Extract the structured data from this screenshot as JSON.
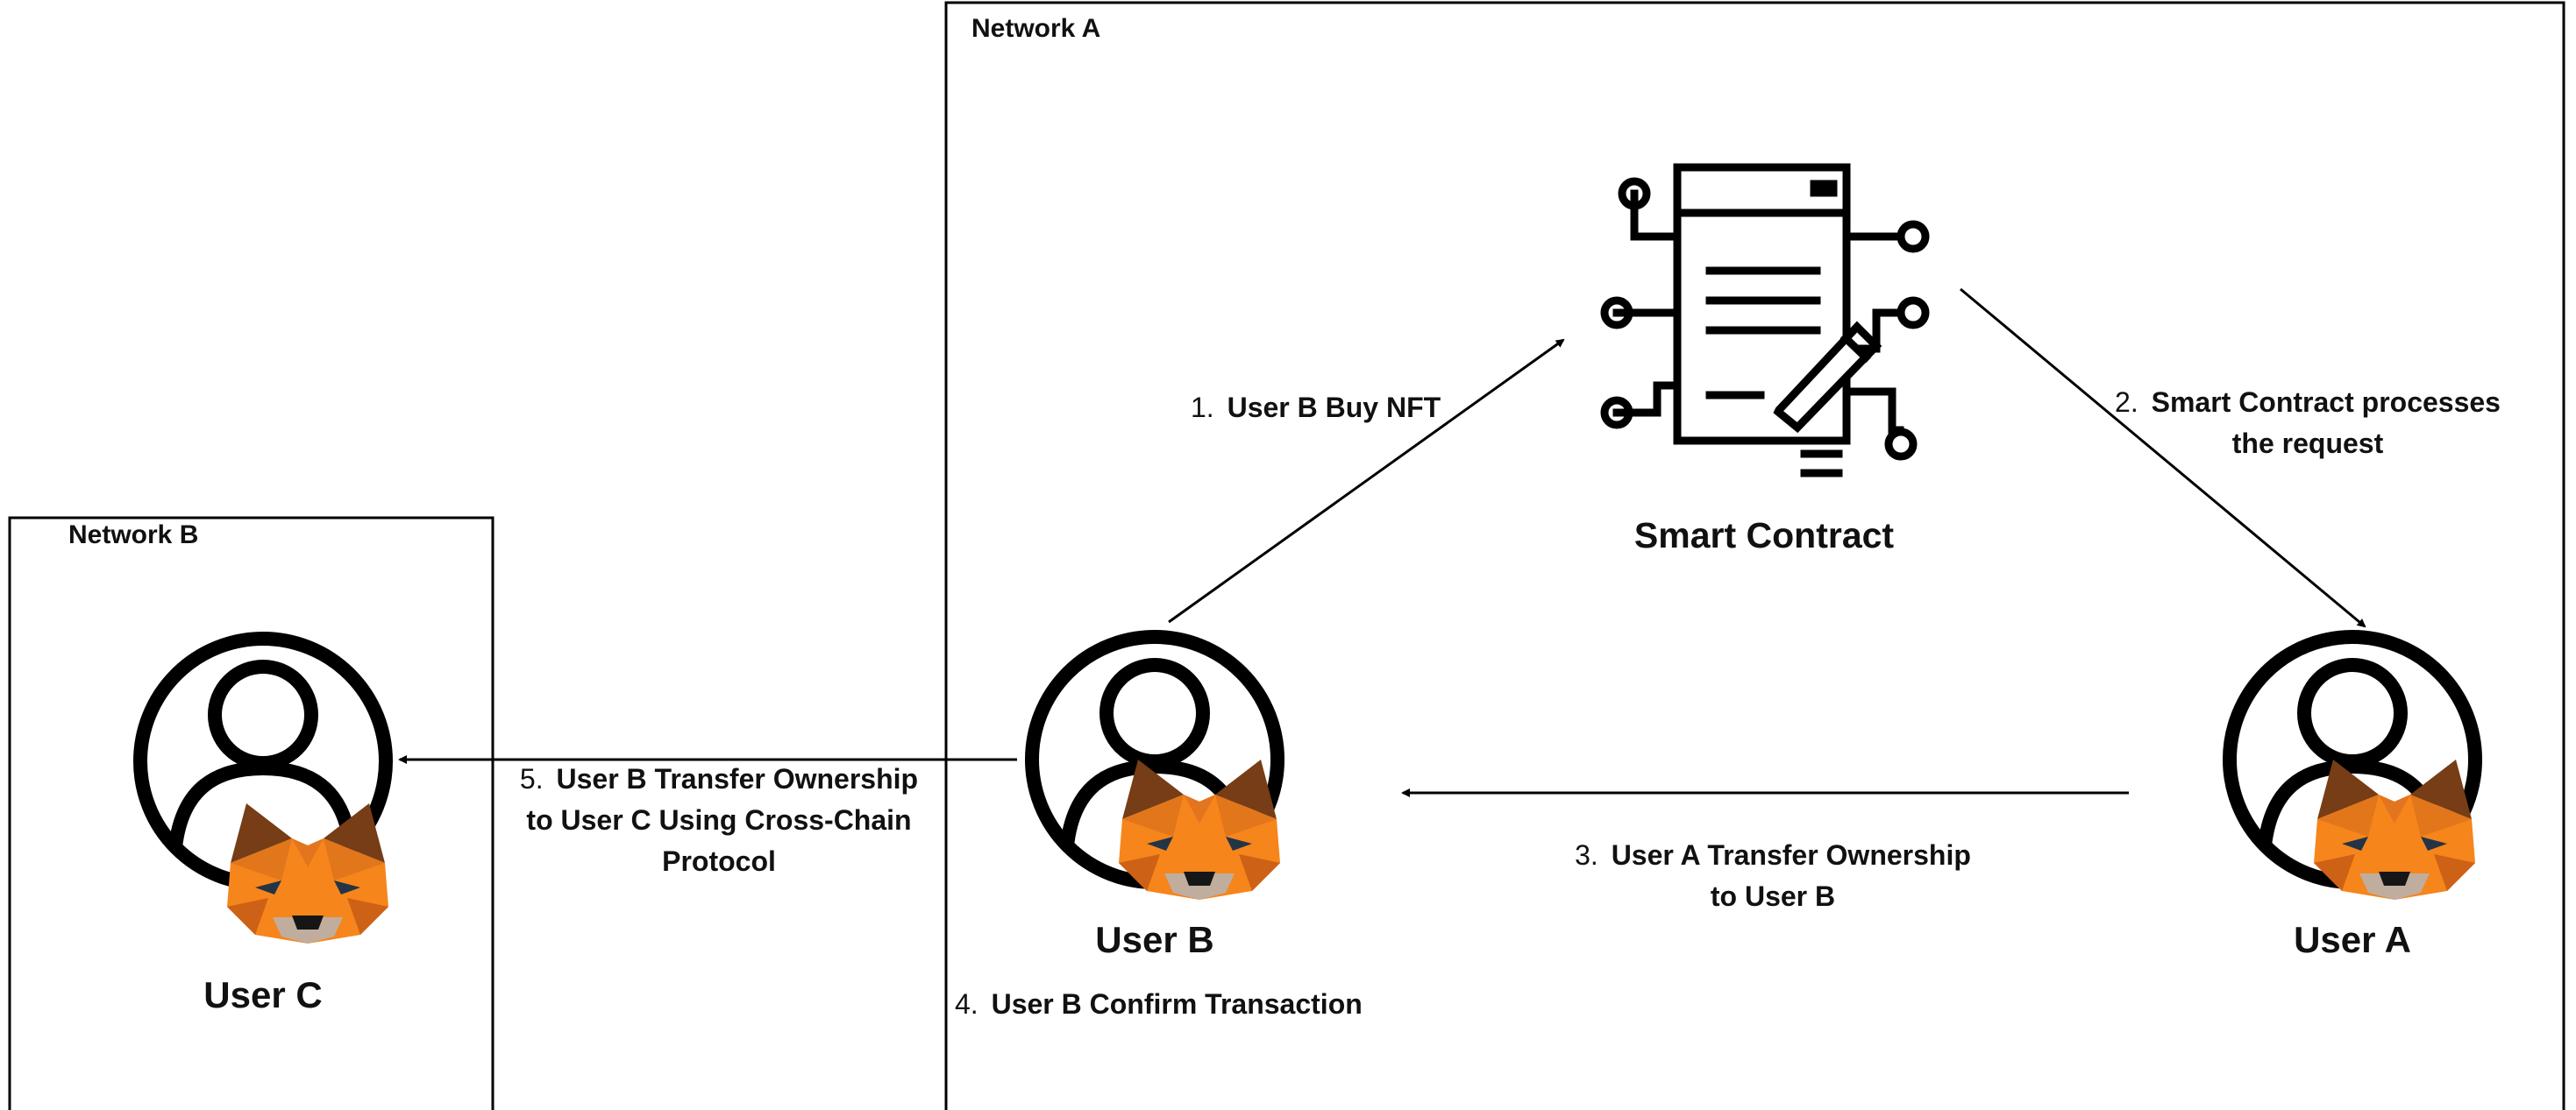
{
  "networks": {
    "a": {
      "label": "Network A"
    },
    "b": {
      "label": "Network B"
    }
  },
  "nodes": {
    "smart_contract": {
      "label": "Smart Contract",
      "icon": "contract-document-icon"
    },
    "user_a": {
      "label": "User A",
      "icon": "metamask-fox-icon"
    },
    "user_b": {
      "label": "User B",
      "icon": "metamask-fox-icon"
    },
    "user_c": {
      "label": "User C",
      "icon": "metamask-fox-icon"
    }
  },
  "steps": {
    "s1": {
      "num": "1.",
      "text": "User B Buy NFT"
    },
    "s2": {
      "num": "2.",
      "line1": "Smart Contract processes",
      "line2": "the request"
    },
    "s3": {
      "num": "3.",
      "line1": "User A Transfer Ownership",
      "line2": "to User B"
    },
    "s4": {
      "num": "4.",
      "text": "User B Confirm Transaction"
    },
    "s5": {
      "num": "5.",
      "line1": "User B Transfer Ownership",
      "line2": "to User C Using Cross-Chain",
      "line3": "Protocol"
    }
  },
  "colors": {
    "fox_orange": "#f6851b",
    "fox_dark": "#763d16",
    "fox_mid": "#e2761b",
    "fox_cream": "#c0ad9e",
    "line": "#000000"
  }
}
